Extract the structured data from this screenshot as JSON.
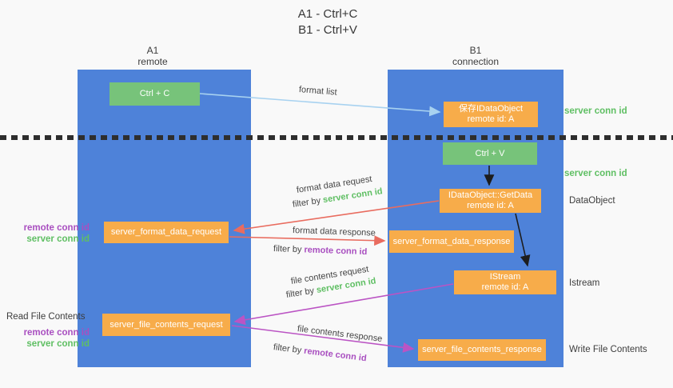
{
  "title": {
    "line1": "A1 - Ctrl+C",
    "line2": "B1 - Ctrl+V"
  },
  "lifelines": {
    "left": {
      "name": "A1",
      "role": "remote"
    },
    "right": {
      "name": "B1",
      "role": "connection"
    }
  },
  "nodes": {
    "ctrl_c": {
      "label": "Ctrl + C"
    },
    "save_idataobject": {
      "line1": "保存IDataObject",
      "line2": "remote id: A"
    },
    "ctrl_v": {
      "label": "Ctrl + V"
    },
    "getdata": {
      "line1": "IDataObject::GetData",
      "line2": "remote id: A"
    },
    "istream": {
      "line1": "IStream",
      "line2": "remote id: A"
    },
    "format_request": {
      "label": "server_format_data_request"
    },
    "format_response": {
      "label": "server_format_data_response"
    },
    "file_request": {
      "label": "server_file_contents_request"
    },
    "file_response": {
      "label": "server_file_contents_response"
    }
  },
  "flow_labels": {
    "format_list": "format list",
    "format_data_request": "format data request",
    "filter_server_1": {
      "prefix": "filter by ",
      "keyword": "server conn id"
    },
    "format_data_response": "format data response",
    "filter_remote_1": {
      "prefix": "filter by ",
      "keyword": "remote conn id"
    },
    "file_contents_request": "file contents request",
    "filter_server_2": {
      "prefix": "filter by ",
      "keyword": "server conn id"
    },
    "file_contents_response": "file contents response",
    "filter_remote_2": {
      "prefix": "filter by ",
      "keyword": "remote conn id"
    }
  },
  "side_labels": {
    "server_conn_top": "server conn id",
    "server_conn_mid": "server conn id",
    "dataobject": "DataObject",
    "istream": "Istream",
    "write_file_contents": "Write File Contents",
    "read_file_contents": "Read File Contents",
    "pair1": {
      "remote": "remote conn id",
      "server": "server conn id"
    },
    "pair2": {
      "remote": "remote conn id",
      "server": "server conn id"
    }
  },
  "colors": {
    "lifeline_blue": "#4e82d9",
    "action_green": "#77c37a",
    "node_orange": "#f7ac4a",
    "arrow_lightblue": "#a8d2f0",
    "arrow_red": "#e96c5f",
    "arrow_magenta": "#bb54c4",
    "arrow_black": "#1d1d1d",
    "label_green": "#5fbf63",
    "label_purple": "#a94fc0"
  }
}
